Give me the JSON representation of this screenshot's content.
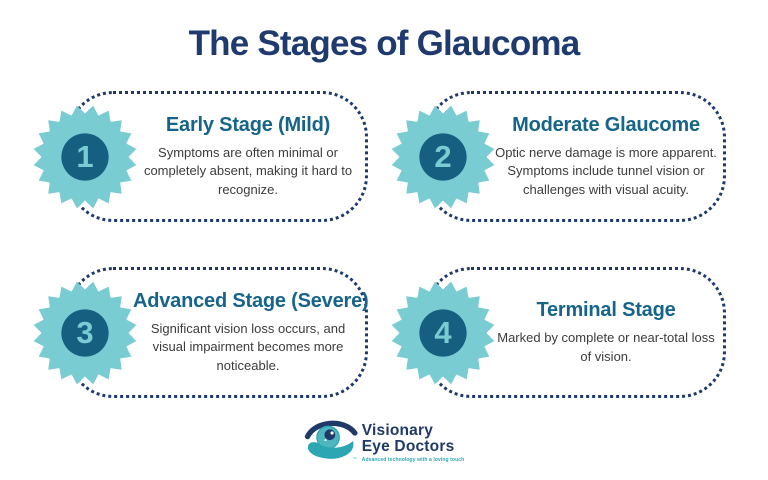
{
  "title": "The Stages of Glaucoma",
  "stages": [
    {
      "number": "1",
      "title": "Early Stage (Mild)",
      "description": "Symptoms are often minimal or completely absent, making it hard to recognize."
    },
    {
      "number": "2",
      "title": "Moderate Glaucome",
      "description": "Optic nerve damage is more apparent. Symptoms include tunnel vision or challenges with visual acuity."
    },
    {
      "number": "3",
      "title": "Advanced Stage (Severe)",
      "description": "Significant vision loss occurs, and visual impairment becomes more noticeable."
    },
    {
      "number": "4",
      "title": "Terminal Stage",
      "description": "Marked by complete or near-total loss of vision."
    }
  ],
  "logo": {
    "line1": "Visionary",
    "line2": "Eye Doctors",
    "tagline": "Advanced technology with a loving touch",
    "trademark": "™"
  },
  "colors": {
    "title_navy": "#1e3a6e",
    "card_border_navy": "#1c3a6b",
    "stage_title_teal": "#16648a",
    "badge_fill_teal": "#7accd3",
    "badge_circle_navy": "#175f80",
    "body_text_gray": "#3c3c3c",
    "logo_teal": "#2ca6b2",
    "background": "#ffffff"
  }
}
